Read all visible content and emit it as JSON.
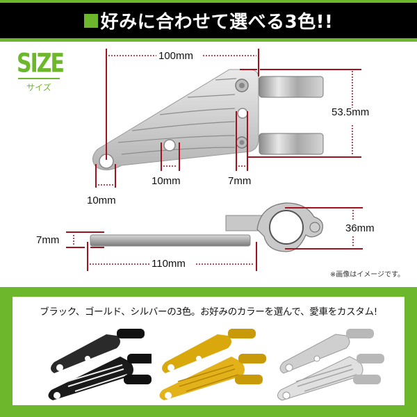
{
  "header": {
    "title": "好みに合わせて選べる3色!!",
    "accent_color": "#6cb72b",
    "background_color": "#000000"
  },
  "size_badge": {
    "title": "SIZE",
    "subtitle": "サイズ"
  },
  "dimensions": {
    "top_view": {
      "overall_length": "100mm",
      "clamp_height": "53.5mm",
      "end_hole": "10mm",
      "middle_hole": "10mm",
      "bolt_hole": "7mm"
    },
    "side_view": {
      "thickness": "7mm",
      "overall_length": "110mm",
      "clamp_diameter": "36mm"
    },
    "line_color": "#a0121e"
  },
  "note": "※画像はイメージです。",
  "colors_section": {
    "caption": "ブラック、ゴールド、シルバーの3色。お好みのカラーを選んで、愛車をカスタム!",
    "variants": [
      {
        "name": "ブラック",
        "color": "#1a1a1a"
      },
      {
        "name": "ゴールド",
        "color": "#d9a80c"
      },
      {
        "name": "シルバー",
        "color": "#c9c9c9"
      }
    ]
  }
}
